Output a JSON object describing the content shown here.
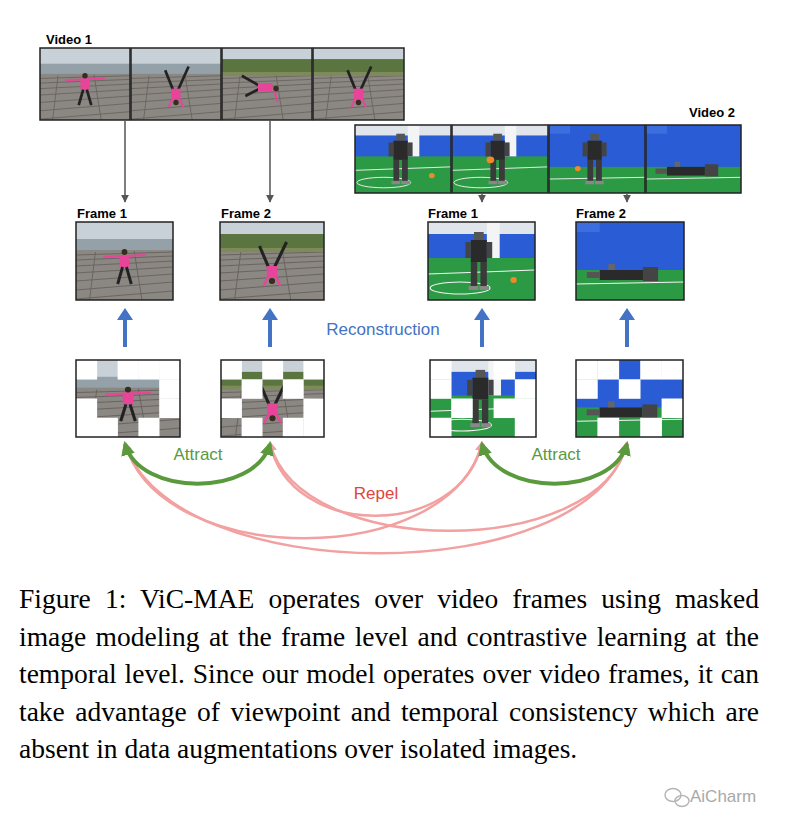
{
  "diagram": {
    "caption": "Figure 1: ViC-MAE operates over video frames using masked image modeling at the frame level and contrastive learning at the temporal level. Since our model operates over video frames, it can take advantage of viewpoint and temporal consistency which are absent in data augmentations over isolated images.",
    "nodes": [
      {
        "text": [
          "Video 1"
        ]
      },
      {
        "text": [
          "Video 2"
        ]
      },
      {
        "text": [
          "Frame 1"
        ]
      },
      {
        "text": [
          "Frame 2"
        ]
      },
      {
        "text": [
          "Frame 1"
        ]
      },
      {
        "text": [
          "Frame 2"
        ]
      }
    ],
    "edges": [
      {
        "from": 0,
        "to": 2,
        "arrow": "to"
      },
      {
        "from": 0,
        "to": 3,
        "arrow": "to"
      },
      {
        "from": 1,
        "to": 4,
        "arrow": "to"
      },
      {
        "from": 1,
        "to": 5,
        "arrow": "to"
      }
    ],
    "labels": [
      "Reconstruction",
      "Attract",
      "Repel",
      "Attract",
      "AiCharm"
    ]
  }
}
